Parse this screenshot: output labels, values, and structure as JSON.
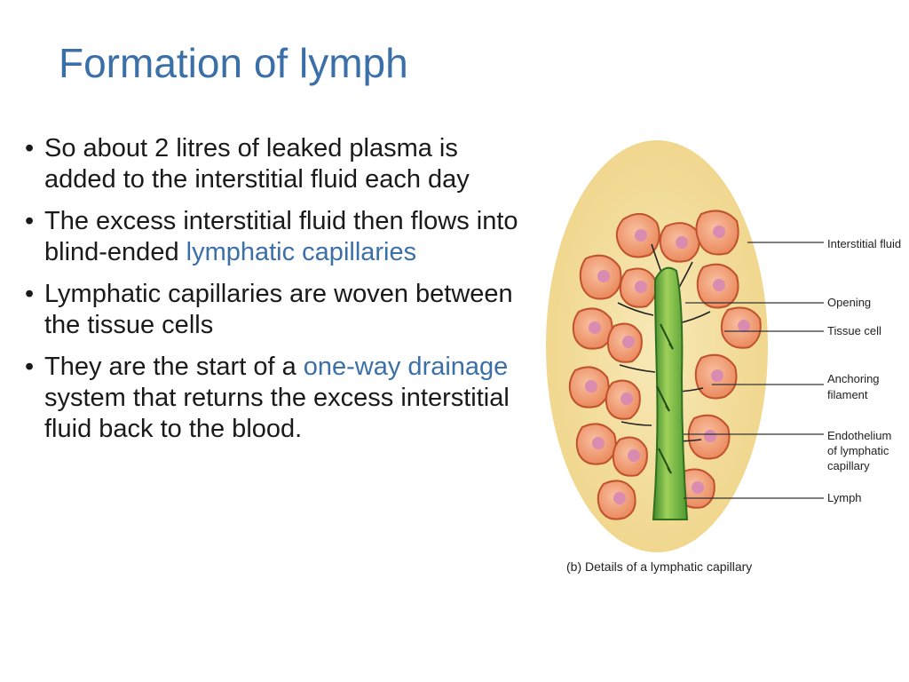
{
  "slide": {
    "title": "Formation of lymph",
    "bullets": [
      {
        "parts": [
          {
            "text": "So about 2 litres of leaked plasma is added to the interstitial fluid each day",
            "highlight": false
          }
        ]
      },
      {
        "parts": [
          {
            "text": "The excess interstitial fluid then flows into blind-ended ",
            "highlight": false
          },
          {
            "text": "lymphatic capillaries",
            "highlight": true
          }
        ]
      },
      {
        "parts": [
          {
            "text": "Lymphatic capillaries are woven between the tissue cells",
            "highlight": false
          }
        ]
      },
      {
        "parts": [
          {
            "text": "They are the start of a ",
            "highlight": false
          },
          {
            "text": "one-way drainage",
            "highlight": true
          },
          {
            "text": " system that returns the excess interstitial fluid back to the blood.",
            "highlight": false
          }
        ]
      }
    ],
    "bullet_symbol": "•"
  },
  "figure": {
    "labels": {
      "interstitial_fluid": "Interstitial fluid",
      "opening": "Opening",
      "tissue_cell": "Tissue cell",
      "anchoring_1": "Anchoring",
      "anchoring_2": "filament",
      "endo_1": "Endothelium",
      "endo_2": "of lymphatic",
      "endo_3": "capillary",
      "lymph": "Lymph"
    },
    "caption": "(b) Details of a lymphatic capillary"
  },
  "colors": {
    "title": "#3b6fa8",
    "highlight": "#3b6fa8",
    "text": "#1a1a1a",
    "cell_fill": "#f2a07a",
    "cell_stroke": "#c0522e",
    "nucleus": "#d98bb0",
    "capillary": "#7fbf3f",
    "capillary_dark": "#3f8a2a",
    "background_tissue": "#f4e2a8"
  }
}
